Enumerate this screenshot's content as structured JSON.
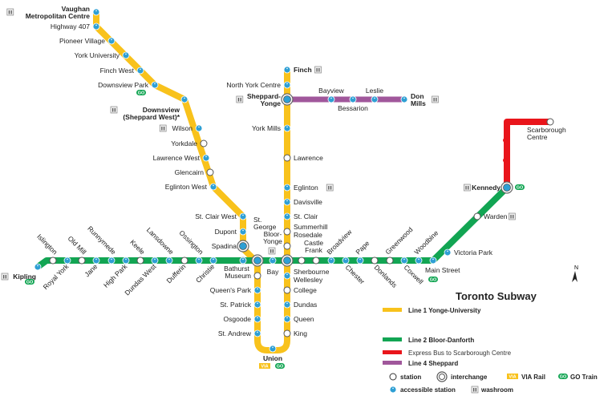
{
  "title": "Toronto Subway",
  "colors": {
    "line1": "#f8c21c",
    "line2": "#12a553",
    "express": "#e9151b",
    "line4": "#a0579b",
    "accessible": "#2e9fd4",
    "go": "#12a553",
    "via": "#f8c21c",
    "washroom": "#888888"
  },
  "stations": [
    {
      "id": "vaughan",
      "name": "Vaughan\nMetropolitan Centre",
      "type": "a",
      "bold": true,
      "washroom": true
    },
    {
      "id": "hwy407",
      "name": "Highway 407",
      "type": "a"
    },
    {
      "id": "pioneer",
      "name": "Pioneer Village",
      "type": "a"
    },
    {
      "id": "yorku",
      "name": "York University",
      "type": "a"
    },
    {
      "id": "finchw",
      "name": "Finch West",
      "type": "a"
    },
    {
      "id": "dvpark",
      "name": "Downsview Park",
      "type": "a",
      "go": true
    },
    {
      "id": "downsview",
      "name": "Downsview\n(Sheppard West)*",
      "type": "a",
      "bold": true,
      "washroom": true
    },
    {
      "id": "wilson",
      "name": "Wilson",
      "type": "a",
      "washroom": true
    },
    {
      "id": "yorkdale",
      "name": "Yorkdale",
      "type": "s"
    },
    {
      "id": "lawrw",
      "name": "Lawrence West",
      "type": "a"
    },
    {
      "id": "glencairn",
      "name": "Glencairn",
      "type": "s"
    },
    {
      "id": "eglw",
      "name": "Eglinton West",
      "type": "a"
    },
    {
      "id": "stclairw",
      "name": "St. Clair West",
      "type": "a"
    },
    {
      "id": "dupont",
      "name": "Dupont",
      "type": "a"
    },
    {
      "id": "spadina1",
      "name": "Spadina",
      "type": "i"
    },
    {
      "id": "museum",
      "name": "Museum",
      "type": "s"
    },
    {
      "id": "queenspark",
      "name": "Queen's Park",
      "type": "a"
    },
    {
      "id": "stpatrick",
      "name": "St. Patrick",
      "type": "a"
    },
    {
      "id": "osgoode",
      "name": "Osgoode",
      "type": "a"
    },
    {
      "id": "standrew",
      "name": "St. Andrew",
      "type": "a"
    },
    {
      "id": "union",
      "name": "Union",
      "type": "a",
      "bold": true,
      "via": true,
      "go": true
    },
    {
      "id": "king",
      "name": "King",
      "type": "s"
    },
    {
      "id": "queen",
      "name": "Queen",
      "type": "a"
    },
    {
      "id": "dundas",
      "name": "Dundas",
      "type": "a"
    },
    {
      "id": "college",
      "name": "College",
      "type": "s"
    },
    {
      "id": "wellesley",
      "name": "Wellesley",
      "type": "a"
    },
    {
      "id": "rosedale",
      "name": "Rosedale",
      "type": "s"
    },
    {
      "id": "summerhill",
      "name": "Summerhill",
      "type": "s"
    },
    {
      "id": "stclair",
      "name": "St. Clair",
      "type": "a"
    },
    {
      "id": "davisville",
      "name": "Davisville",
      "type": "a"
    },
    {
      "id": "eglinton",
      "name": "Eglinton",
      "type": "a",
      "washroom": true
    },
    {
      "id": "lawrence",
      "name": "Lawrence",
      "type": "s"
    },
    {
      "id": "yorkmills",
      "name": "York Mills",
      "type": "a"
    },
    {
      "id": "sheppard",
      "name": "Sheppard-\nYonge",
      "type": "i",
      "bold": true,
      "washroom": true
    },
    {
      "id": "nyc",
      "name": "North York Centre",
      "type": "a"
    },
    {
      "id": "finch",
      "name": "Finch",
      "type": "a",
      "bold": true,
      "washroom": true
    },
    {
      "id": "kipling",
      "name": "Kipling",
      "type": "a",
      "bold": true,
      "washroom": true,
      "go": true
    },
    {
      "id": "islington",
      "name": "Islington",
      "type": "s"
    },
    {
      "id": "royalyork",
      "name": "Royal York",
      "type": "a"
    },
    {
      "id": "oldmill",
      "name": "Old Mill",
      "type": "s"
    },
    {
      "id": "jane",
      "name": "Jane",
      "type": "a"
    },
    {
      "id": "runnymede",
      "name": "Runnymede",
      "type": "a"
    },
    {
      "id": "highpark",
      "name": "High Park",
      "type": "a"
    },
    {
      "id": "keele",
      "name": "Keele",
      "type": "s"
    },
    {
      "id": "dundasw",
      "name": "Dundas West",
      "type": "a"
    },
    {
      "id": "lansdowne",
      "name": "Lansdowne",
      "type": "a"
    },
    {
      "id": "dufferin",
      "name": "Dufferin",
      "type": "s"
    },
    {
      "id": "ossington",
      "name": "Ossington",
      "type": "a"
    },
    {
      "id": "christie",
      "name": "Christie",
      "type": "a"
    },
    {
      "id": "bathurst",
      "name": "Bathurst",
      "type": "s"
    },
    {
      "id": "spadina2",
      "name": "",
      "type": "a"
    },
    {
      "id": "stgeorge",
      "name": "St.\nGeorge",
      "type": "i"
    },
    {
      "id": "bay",
      "name": "Bay",
      "type": "a"
    },
    {
      "id": "bloor",
      "name": "Bloor-\nYonge",
      "type": "i",
      "washroom": true
    },
    {
      "id": "sherbourne",
      "name": "Sherbourne",
      "type": "s"
    },
    {
      "id": "castlefrank",
      "name": "Castle\nFrank",
      "type": "s"
    },
    {
      "id": "broadview",
      "name": "Broadview",
      "type": "a"
    },
    {
      "id": "chester",
      "name": "Chester",
      "type": "a"
    },
    {
      "id": "pape",
      "name": "Pape",
      "type": "a"
    },
    {
      "id": "donlands",
      "name": "Donlands",
      "type": "s"
    },
    {
      "id": "greenwood",
      "name": "Greenwood",
      "type": "s"
    },
    {
      "id": "coxwell",
      "name": "Coxwell",
      "type": "a"
    },
    {
      "id": "woodbine",
      "name": "Woodbine",
      "type": "a"
    },
    {
      "id": "mainst",
      "name": "Main Street",
      "type": "a",
      "go": true
    },
    {
      "id": "vicpark",
      "name": "Victoria Park",
      "type": "a"
    },
    {
      "id": "warden",
      "name": "Warden",
      "type": "s",
      "washroom": true
    },
    {
      "id": "kennedy",
      "name": "Kennedy",
      "type": "i",
      "bold": true,
      "washroom": true,
      "go": true
    },
    {
      "id": "scarborough",
      "name": "Scarborough\nCentre",
      "type": "s"
    },
    {
      "id": "bayview",
      "name": "Bayview",
      "type": "a"
    },
    {
      "id": "bessarion",
      "name": "Bessarion",
      "type": "a"
    },
    {
      "id": "leslie",
      "name": "Leslie",
      "type": "a"
    },
    {
      "id": "donmills",
      "name": "Don\nMills",
      "type": "a",
      "bold": true,
      "washroom": true
    }
  ],
  "legend": {
    "line1": "Line 1 Yonge-University",
    "line2": "Line 2 Bloor-Danforth",
    "express": "Express Bus to Scarborough Centre",
    "line4": "Line 4 Sheppard",
    "station": "station",
    "interchange": "interchange",
    "via": "VIA Rail",
    "go": "GO Train",
    "accessible": "accessible station",
    "washroom": "washroom"
  },
  "icons": {
    "via_mark": "VIA",
    "go_mark": "GO",
    "compass_letter": "N",
    "accessible": "wheelchair-icon",
    "washroom": "washroom-icon"
  }
}
